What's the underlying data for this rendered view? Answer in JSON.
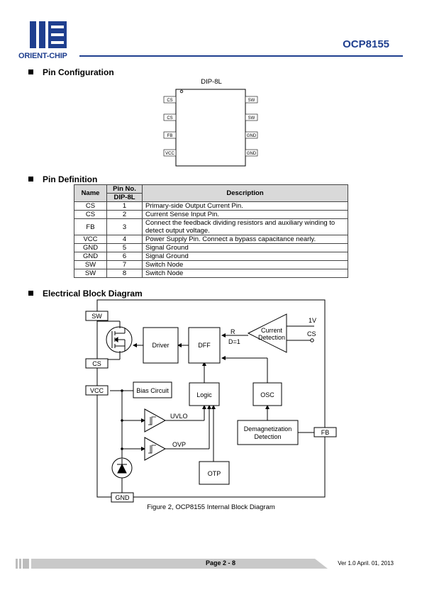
{
  "header": {
    "logo_text": "ORIENT-CHIP",
    "part_number": "OCP8155"
  },
  "pin_configuration": {
    "heading": "Pin Configuration",
    "package": "DIP-8L",
    "left_pins": [
      "CS",
      "CS",
      "FB",
      "VCC"
    ],
    "right_pins": [
      "SW",
      "SW",
      "GND",
      "GND"
    ]
  },
  "pin_definition": {
    "heading": "Pin Definition",
    "col_name": "Name",
    "col_pin_no": "Pin No.",
    "col_pkg": "DIP-8L",
    "col_desc": "Description",
    "rows": [
      {
        "name": "CS",
        "pin": "1",
        "desc": "Primary-side Output Current Pin."
      },
      {
        "name": "CS",
        "pin": "2",
        "desc": "Current Sense Input Pin."
      },
      {
        "name": "FB",
        "pin": "3",
        "desc": "Connect the feedback dividing resistors and auxiliary winding to detect output voltage."
      },
      {
        "name": "VCC",
        "pin": "4",
        "desc": "Power Supply Pin. Connect a bypass capacitance nearly."
      },
      {
        "name": "GND",
        "pin": "5",
        "desc": "Signal Ground"
      },
      {
        "name": "GND",
        "pin": "6",
        "desc": "Signal Ground"
      },
      {
        "name": "SW",
        "pin": "7",
        "desc": "Switch Node"
      },
      {
        "name": "SW",
        "pin": "8",
        "desc": "Switch Node"
      }
    ]
  },
  "block_diagram": {
    "heading": "Electrical Block Diagram",
    "pins": {
      "sw": "SW",
      "cs": "CS",
      "vcc": "VCC",
      "gnd": "GND",
      "fb": "FB"
    },
    "blocks": {
      "driver": "Driver",
      "dff": "DFF",
      "bias": "Bias Circuit",
      "logic": "Logic",
      "osc": "OSC",
      "otp": "OTP",
      "demag_1": "Demagnetization",
      "demag_2": "Detection",
      "current_1": "Current",
      "current_2": "Detection"
    },
    "labels": {
      "r": "R",
      "d": "D=1",
      "ref_1v": "1V",
      "cs_in": "CS",
      "uvlo": "UVLO",
      "ovp": "OVP"
    },
    "caption": "Figure 2, OCP8155 Internal Block Diagram"
  },
  "footer": {
    "page": "Page 2 - 8",
    "version": "Ver 1.0 April. 01, 2013"
  },
  "colors": {
    "brand": "#1f3f8f",
    "table_header": "#d9d9d9",
    "footer_bar": "#c9c9c9"
  }
}
